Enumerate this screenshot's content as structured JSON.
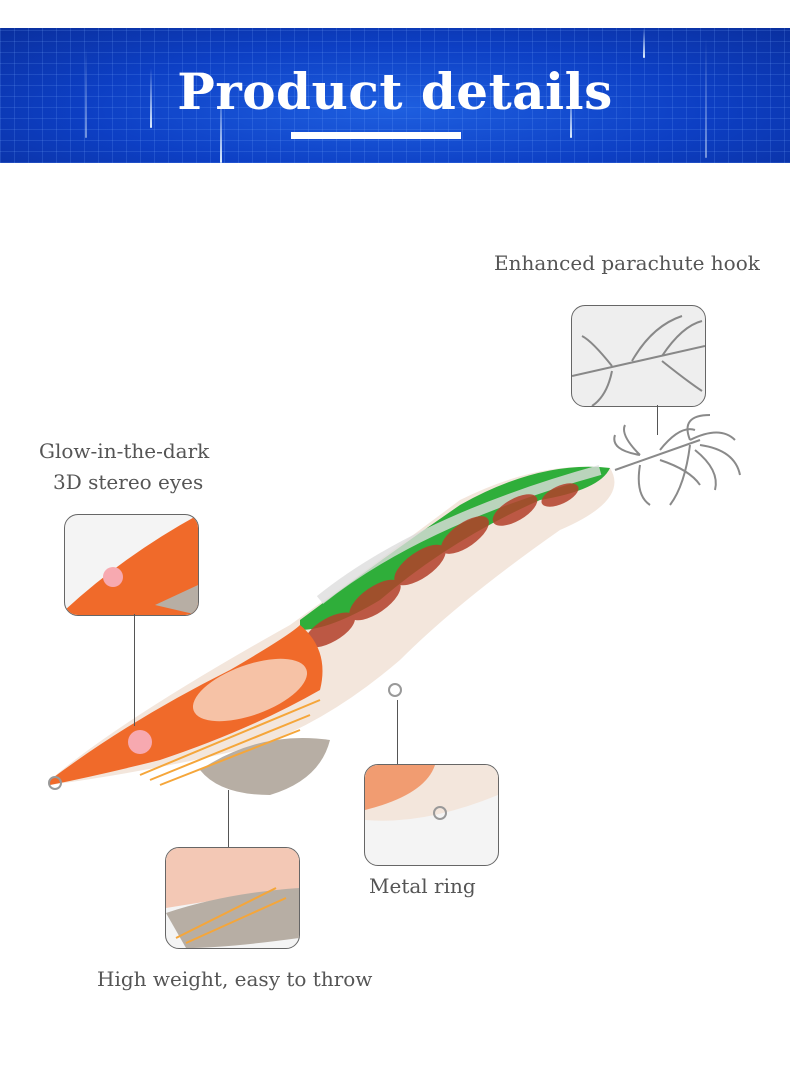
{
  "header": {
    "title": "Product details"
  },
  "callouts": {
    "hook": "Enhanced parachute hook",
    "eyes_line1": "Glow-in-the-dark",
    "eyes_line2": "3D stereo eyes",
    "ring": "Metal ring",
    "weight": "High weight, easy to throw"
  },
  "colors": {
    "banner": "#0d3fc4",
    "body_orange": "#f06a2a",
    "stripe_red": "#b3402a",
    "back_green": "#2fae3a"
  }
}
